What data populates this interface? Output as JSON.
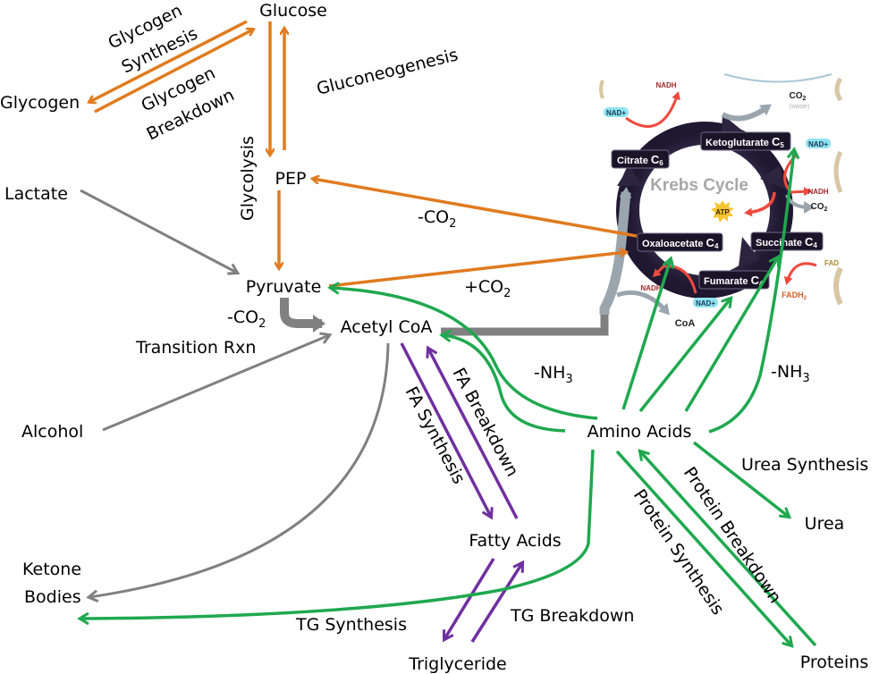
{
  "title": "Metabolic pathways overview",
  "colors": {
    "carbohydrate": "#e07b1f",
    "transition": "#808080",
    "lipid": "#7030a0",
    "protein": "#1fa84f",
    "krebs_ring": "#2d2440",
    "krebs_gray": "#9aa5ae",
    "krebs_red": "#f04a3e"
  },
  "nodes": {
    "glucose": "Glucose",
    "glycogen": "Glycogen",
    "pep": "PEP",
    "lactate": "Lactate",
    "pyruvate": "Pyruvate",
    "acetyl_coa": "Acetyl CoA",
    "alcohol": "Alcohol",
    "ketone_1": "Ketone",
    "ketone_2": "Bodies",
    "fatty_acids": "Fatty Acids",
    "triglyceride": "Triglyceride",
    "amino_acids": "Amino Acids",
    "urea": "Urea",
    "proteins": "Proteins"
  },
  "process_labels": {
    "glycogen_synthesis_1": "Glycogen",
    "glycogen_synthesis_2": "Synthesis",
    "glycogen_breakdown_1": "Glycogen",
    "glycogen_breakdown_2": "Breakdown",
    "gluconeogenesis": "Gluconeogenesis",
    "glycolysis": "Glycolysis",
    "minus_co2_pep": "-CO",
    "plus_co2": "+CO",
    "minus_co2_transition": "-CO",
    "co2_sub": "2",
    "transition_rxn": "Transition Rxn",
    "fa_synthesis": "FA Synthesis",
    "fa_breakdown": "FA Breakdown",
    "tg_synthesis": "TG Synthesis",
    "tg_breakdown": "TG Breakdown",
    "minus_nh3_left": "-NH",
    "minus_nh3_right": "-NH",
    "nh3_sub": "3",
    "urea_synthesis": "Urea Synthesis",
    "protein_synthesis": "Protein Synthesis",
    "protein_breakdown": "Protein Breakdown"
  },
  "krebs": {
    "title": "Krebs Cycle",
    "intermediates": [
      {
        "name": "Citrate",
        "carbons": "C",
        "sub": "6"
      },
      {
        "name": "Ketoglutarate",
        "carbons": "C",
        "sub": "5"
      },
      {
        "name": "Succinate",
        "carbons": "C",
        "sub": "4"
      },
      {
        "name": "Fumarate",
        "carbons": "C",
        "sub": "4"
      },
      {
        "name": "Oxaloacetate",
        "carbons": "C",
        "sub": "4"
      }
    ],
    "cofactors": {
      "nad_plus": "NAD+",
      "nadh": "NADH",
      "fad": "FAD",
      "fadh2": "FADH",
      "fadh2_sub": "2",
      "atp": "ATP",
      "co2": "CO",
      "co2_sub": "2",
      "waste": "(waste)",
      "coa": "CoA"
    }
  }
}
